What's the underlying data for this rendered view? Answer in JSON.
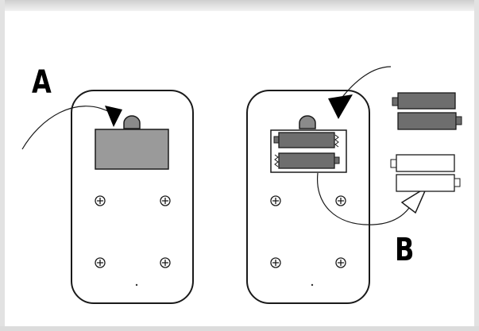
{
  "labels": {
    "step_a": "A",
    "step_b": "B"
  },
  "icons": {
    "screw": "plus-circle",
    "button": "rounded-knob",
    "arrow": "filled-triangle",
    "battery": "cylinder-cell"
  },
  "colors": {
    "border": "#d8d8d8",
    "gray_fill": "#9a9a9a",
    "dark_fill": "#6e6e6e",
    "line": "#1a1a1a",
    "background": "#ffffff"
  }
}
